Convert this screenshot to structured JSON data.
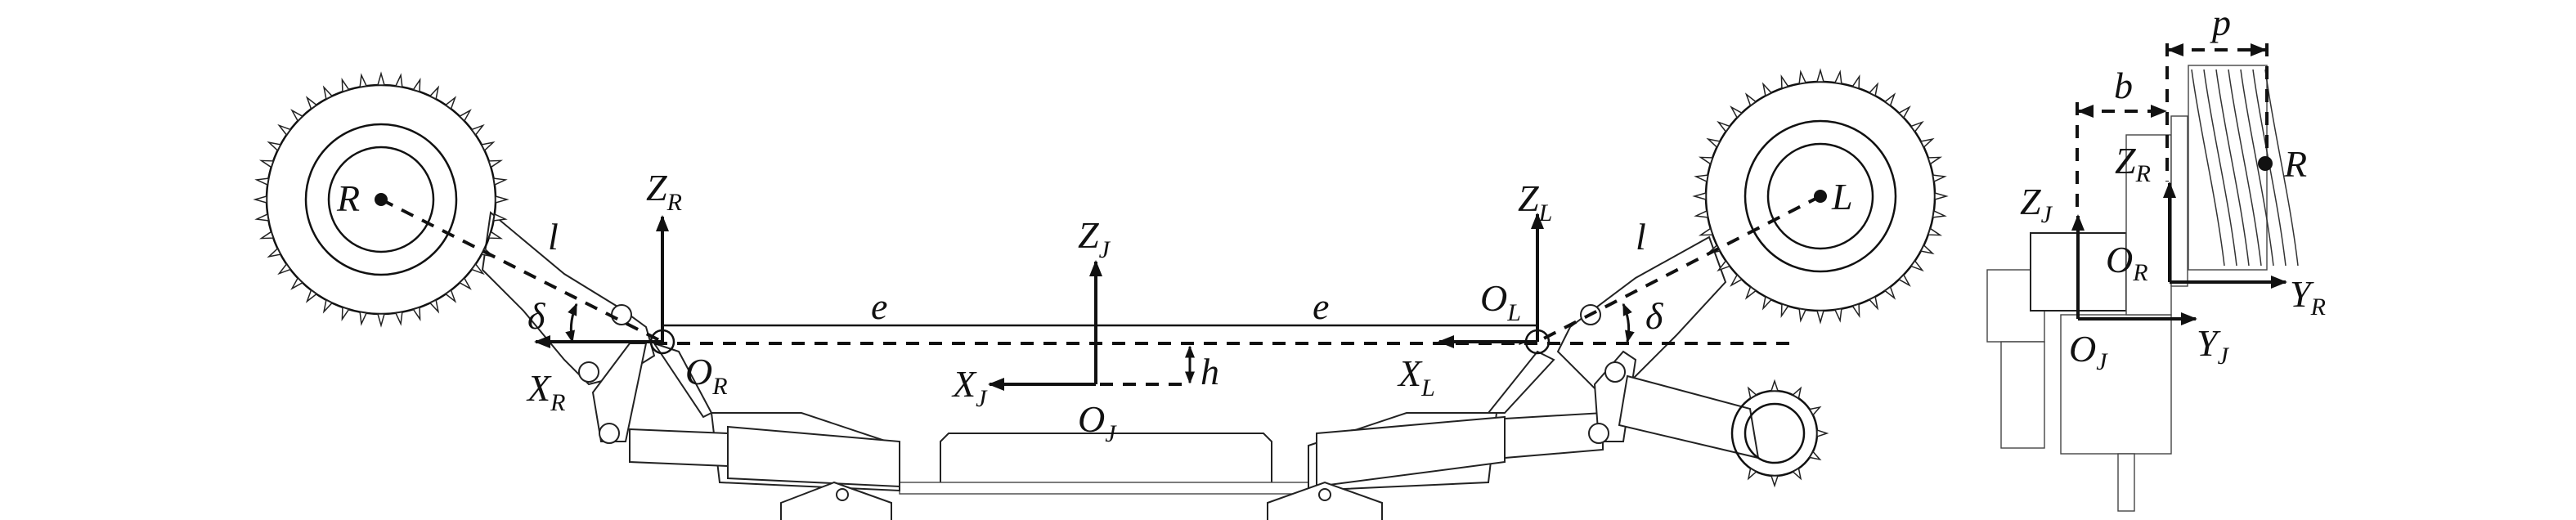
{
  "colors": {
    "line": "#111111",
    "background": "#ffffff"
  },
  "front_view": {
    "right_drum_center": "R",
    "left_drum_center": "L",
    "arm_length_right": "l",
    "arm_length_left": "l",
    "swing_angle_right": "δ",
    "swing_angle_left": "δ",
    "offset_right": "e",
    "offset_left": "e",
    "height_offset": "h",
    "z_r": {
      "main": "Z",
      "sub": "R"
    },
    "x_r": {
      "main": "X",
      "sub": "R"
    },
    "o_r": {
      "main": "O",
      "sub": "R"
    },
    "z_j": {
      "main": "Z",
      "sub": "J"
    },
    "x_j": {
      "main": "X",
      "sub": "J"
    },
    "o_j": {
      "main": "O",
      "sub": "J"
    },
    "z_l": {
      "main": "Z",
      "sub": "L"
    },
    "x_l": {
      "main": "X",
      "sub": "L"
    },
    "o_l": {
      "main": "O",
      "sub": "L"
    }
  },
  "side_view": {
    "drum_width": "p",
    "drum_offset": "b",
    "drum_center": "R",
    "z_j": {
      "main": "Z",
      "sub": "J"
    },
    "y_j": {
      "main": "Y",
      "sub": "J"
    },
    "o_j": {
      "main": "O",
      "sub": "J"
    },
    "z_r": {
      "main": "Z",
      "sub": "R"
    },
    "y_r": {
      "main": "Y",
      "sub": "R"
    },
    "o_r": {
      "main": "O",
      "sub": "R"
    }
  }
}
